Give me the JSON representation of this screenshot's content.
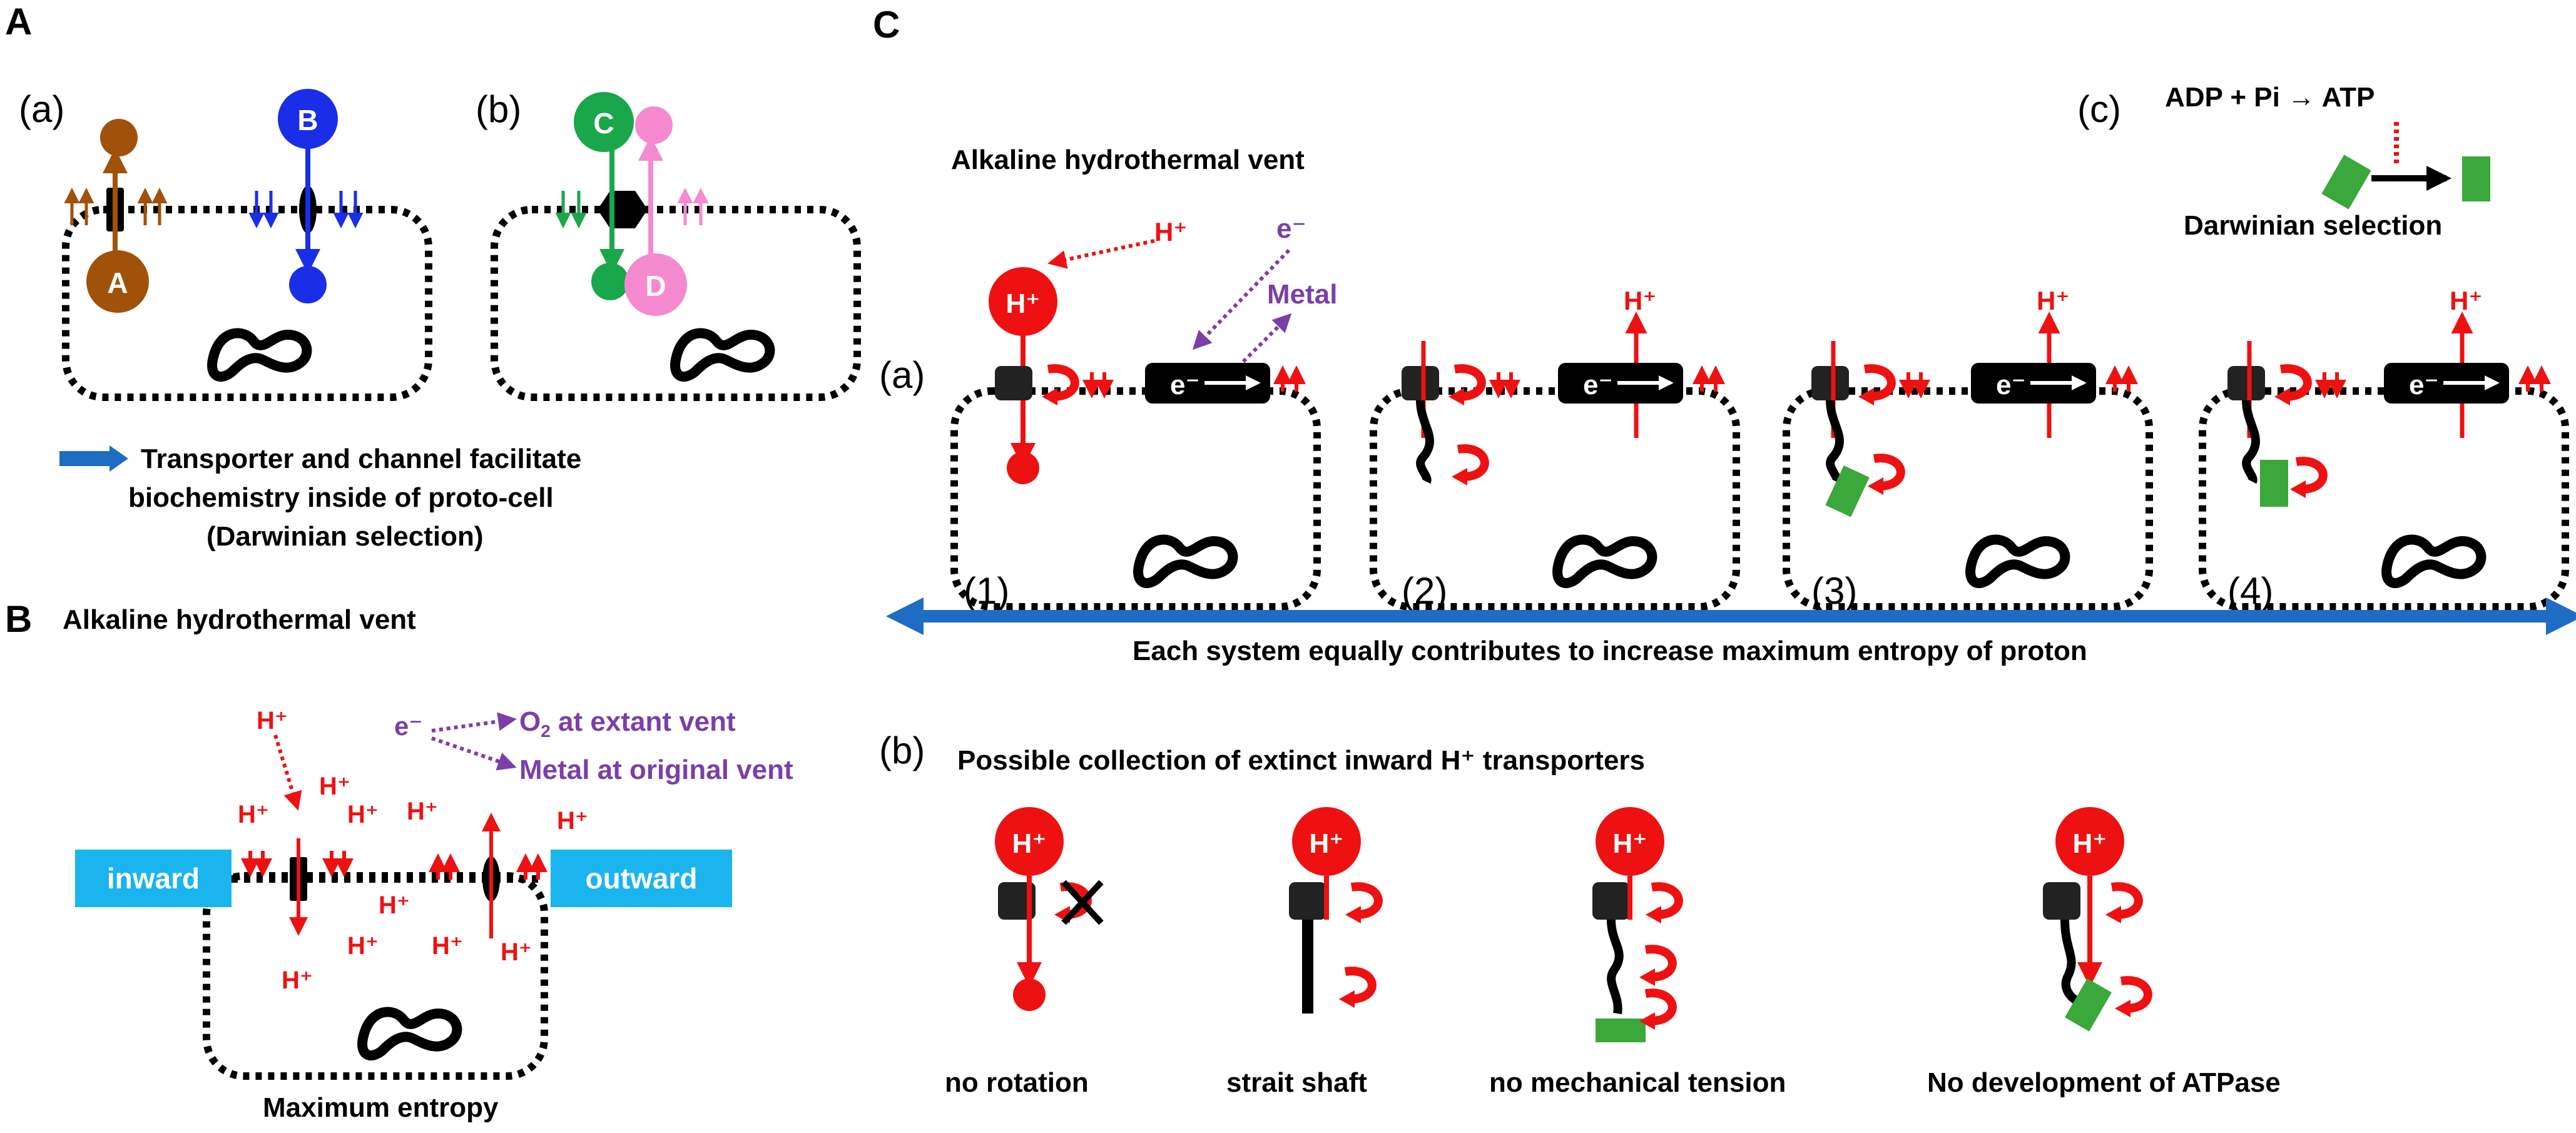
{
  "colors": {
    "red": "#ee1111",
    "brown": "#a0520a",
    "blue": "#1a2ee8",
    "green": "#1aa64b",
    "pink": "#f58ad0",
    "purple": "#7a3fa8",
    "cyan": "#1ab4ee",
    "arrow_blue": "#1e6cc4",
    "atp_green": "#3aa83a"
  },
  "panel_a": {
    "label": "A",
    "sub_a": "(a)",
    "sub_b": "(b)",
    "mol_a": "A",
    "mol_b": "B",
    "mol_c": "C",
    "mol_d": "D",
    "caption_line1": "Transporter and channel facilitate",
    "caption_line2": "biochemistry inside of proto-cell",
    "caption_line3": "(Darwinian selection)"
  },
  "panel_b": {
    "label": "B",
    "title": "Alkaline hydrothermal vent",
    "electron": "e⁻",
    "o2_prefix": "O",
    "o2_sub": "2",
    "o2_suffix": " at extant vent",
    "metal_original": "Metal at original vent",
    "inward": "inward",
    "outward": "outward",
    "proton": "H⁺",
    "footer": "Maximum entropy"
  },
  "panel_c": {
    "label": "C",
    "title": "Alkaline hydrothermal vent",
    "proton": "H⁺",
    "electron": "e⁻",
    "metal": "Metal",
    "sub_a": "(a)",
    "sub_b": "(b)",
    "sub_c": "(c)",
    "reaction": "ADP + Pi → ATP",
    "selection": "Darwinian selection",
    "cell_labels": [
      "(1)",
      "(2)",
      "(3)",
      "(4)"
    ],
    "entropy_text": "Each system equally contributes to increase maximum entropy of proton",
    "extinct_title": "Possible collection of extinct inward H⁺ transporters",
    "extinct_labels": [
      "no rotation",
      "strait shaft",
      "no mechanical tension",
      "No development of ATPase"
    ]
  }
}
